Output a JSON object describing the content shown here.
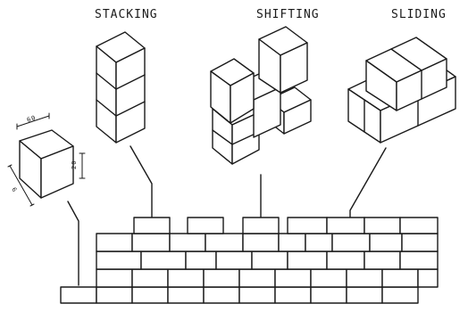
{
  "labels": {
    "stacking": "STACKING",
    "shifting": "SHIFTING",
    "sliding": "SLIDING"
  },
  "dimensions": {
    "top_edge": "60",
    "side_edge": "6",
    "height_edge": "20"
  }
}
